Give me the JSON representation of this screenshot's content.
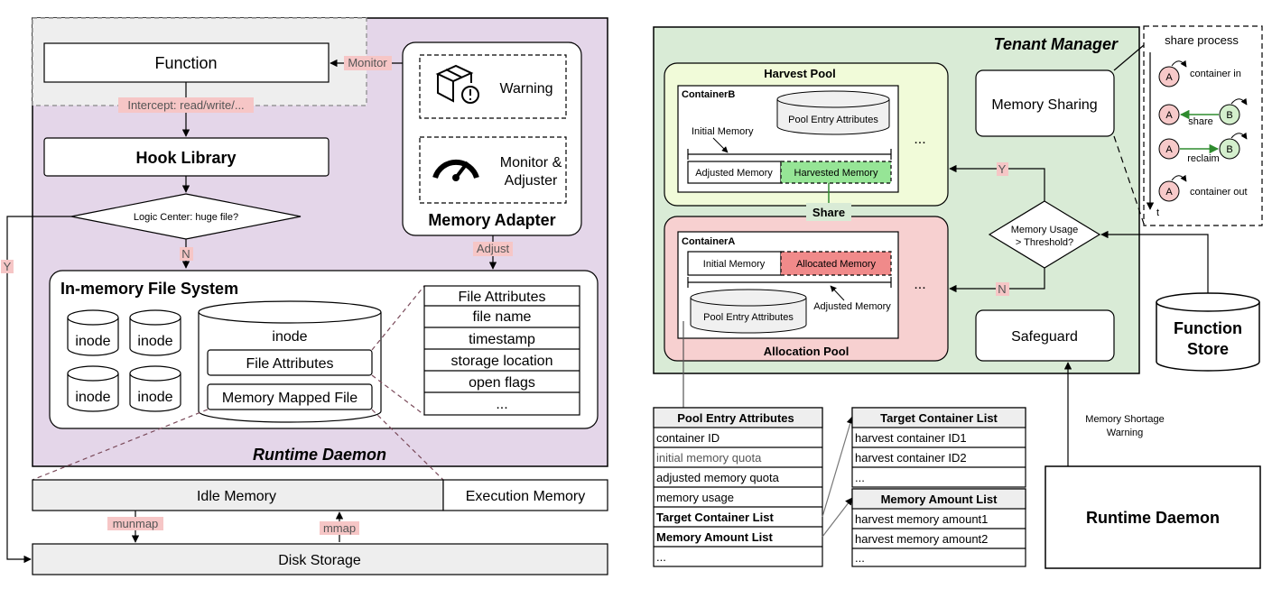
{
  "left": {
    "function_label": "Function",
    "monitor_label": "Monitor",
    "intercept_label": "Intercept: read/write/...",
    "hook_library": "Hook Library",
    "logic_center": "Logic Center: huge file?",
    "branch_n": "N",
    "branch_y": "Y",
    "adjust_label": "Adjust",
    "warning_label": "Warning",
    "monitor_adjuster_line1": "Monitor &",
    "monitor_adjuster_line2": "Adjuster",
    "memory_adapter": "Memory Adapter",
    "imfs_title": "In-memory File System",
    "inode_label": "inode",
    "inode_main": "inode",
    "file_attributes_box": "File Attributes",
    "memory_mapped_file": "Memory Mapped File",
    "attr_table": [
      "File Attributes",
      "file name",
      "timestamp",
      "storage location",
      "open flags",
      "..."
    ],
    "runtime_daemon_title": "Runtime Daemon",
    "idle_memory": "Idle Memory",
    "execution_memory": "Execution Memory",
    "munmap": "munmap",
    "mmap": "mmap",
    "disk_storage": "Disk Storage"
  },
  "right": {
    "tenant_manager": "Tenant Manager",
    "harvest_pool": "Harvest Pool",
    "container_b": "ContainerB",
    "pool_entry_attributes": "Pool Entry Attributes",
    "initial_memory": "Initial Memory",
    "adjusted_memory": "Adjusted Memory",
    "harvested_memory": "Harvested Memory",
    "ellipsis": "...",
    "share": "Share",
    "container_a": "ContainerA",
    "allocated_memory": "Allocated Memory",
    "allocation_pool": "Allocation Pool",
    "memory_sharing": "Memory Sharing",
    "threshold_line1": "Memory Usage",
    "threshold_line2": "> Threshold?",
    "branch_y": "Y",
    "branch_n": "N",
    "safeguard": "Safeguard",
    "function_store_line1": "Function",
    "function_store_line2": "Store",
    "shortage_line1": "Memory Shortage",
    "shortage_line2": "Warning",
    "runtime_daemon": "Runtime Daemon",
    "share_process": {
      "title": "share process",
      "node_a": "A",
      "node_b": "B",
      "container_in": "container in",
      "share": "share",
      "reclaim": "reclaim",
      "container_out": "container out",
      "t_axis": "t"
    },
    "pool_entry_table": {
      "header": "Pool Entry Attributes",
      "rows": [
        "container ID",
        "initial memory quota",
        "adjusted memory quota",
        "memory usage",
        "Target Container List",
        "Memory Amount List",
        "..."
      ]
    },
    "target_container_table": {
      "header": "Target Container List",
      "rows": [
        "harvest container ID1",
        "harvest container ID2",
        "..."
      ]
    },
    "memory_amount_table": {
      "header": "Memory Amount List",
      "rows": [
        "harvest memory amount1",
        "harvest memory amount2",
        "..."
      ]
    }
  },
  "colors": {
    "daemon_bg": "#e4d6e9",
    "gray_box": "#eeeeee",
    "label_pink": "#f6c6c6",
    "tenant_bg": "#d9ebd6",
    "harvest_pool_bg": "#f1fbd9",
    "allocation_pool_bg": "#f7d0d0",
    "harvested_green": "#96e596",
    "allocated_red": "#f08a8a",
    "node_a_fill": "#f7c9c9",
    "node_b_fill": "#d4efcd",
    "share_arrow": "#2e8b2e"
  }
}
